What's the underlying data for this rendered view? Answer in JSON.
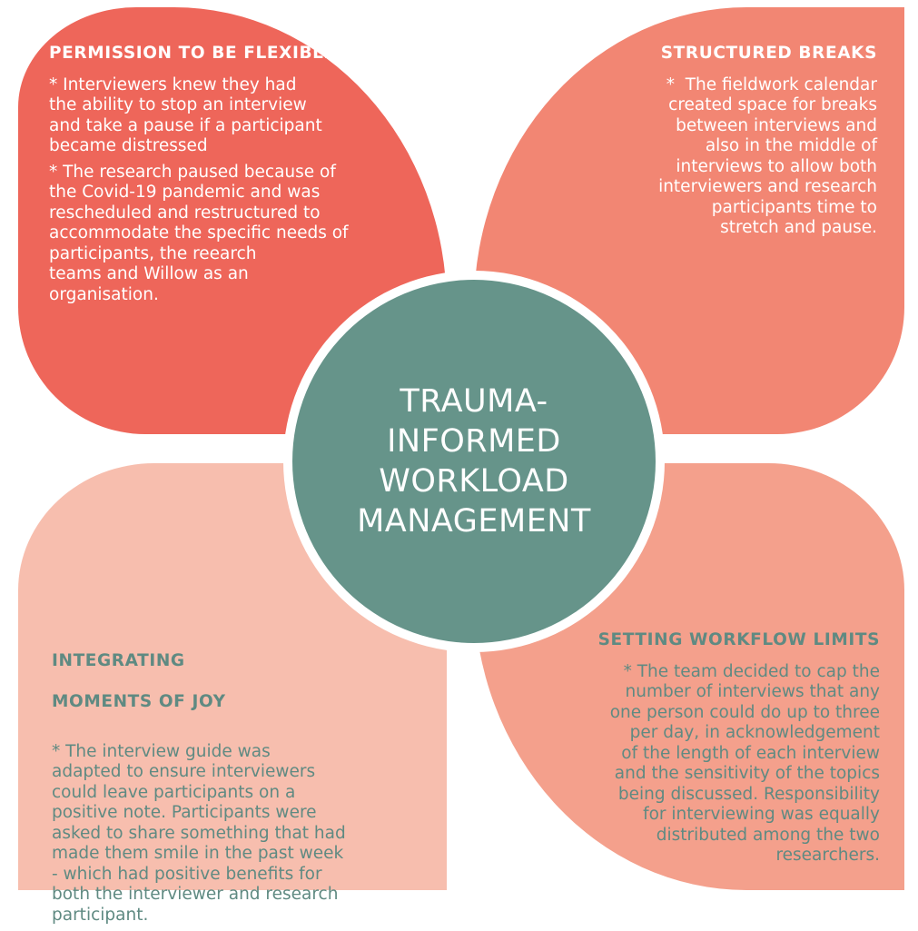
{
  "colors": {
    "top_left_petal": "#ee665a",
    "top_right_petal": "#f28673",
    "bottom_left_petal": "#f7beae",
    "bottom_right_petal": "#f4a08c",
    "center_circle": "#66948a",
    "dark_text": "#5f8a82",
    "light_text": "#ffffff"
  },
  "center": {
    "lines": [
      "TRAUMA-",
      "INFORMED",
      "WORKLOAD",
      "MANAGEMENT"
    ]
  },
  "petals": {
    "top_left": {
      "title": "PERMISSION TO BE FLEXIBLE",
      "paragraphs": [
        [
          "* Interviewers knew they had",
          "the ability to stop an interview",
          "and take a pause if a participant",
          "became distressed"
        ],
        [
          "* The research paused because of",
          "the Covid-19 pandemic and was",
          "rescheduled and restructured to",
          "accommodate the specific needs of",
          "participants, the reearch",
          "teams and Willow as an",
          "organisation."
        ]
      ]
    },
    "top_right": {
      "title": "STRUCTURED BREAKS",
      "paragraphs": [
        [
          "*  The fieldwork calendar",
          "created space for breaks",
          "between interviews and",
          "also in the middle of",
          "interviews to allow both",
          "interviewers and research",
          "participants time to",
          "stretch and pause."
        ]
      ]
    },
    "bottom_left": {
      "title_lines": [
        "INTEGRATING",
        "MOMENTS OF JOY"
      ],
      "paragraphs": [
        [
          "* The interview guide was",
          "adapted to ensure interviewers",
          "could leave participants on a",
          "positive note. Participants were",
          "asked to share something that had",
          "made them smile in the past week",
          "- which had positive benefits for",
          "both the interviewer and research",
          "participant."
        ]
      ]
    },
    "bottom_right": {
      "title": "SETTING WORKFLOW LIMITS",
      "paragraphs": [
        [
          "* The team decided to cap the",
          "number of interviews that any",
          "one person could do up to three",
          "per day, in acknowledgement",
          "of the length of each interview",
          "and the sensitivity of the topics",
          "being discussed. Responsibility",
          "for interviewing was equally",
          "distributed among the two",
          "researchers."
        ]
      ]
    }
  }
}
